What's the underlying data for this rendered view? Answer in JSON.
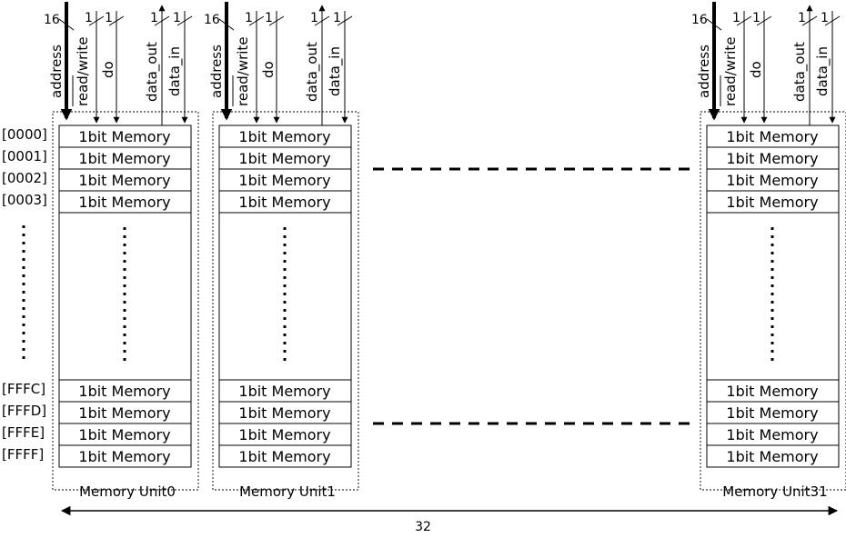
{
  "signals": {
    "address_width": "16",
    "read_write_width": "1",
    "do_width": "1",
    "data_out_width": "1",
    "data_in_width": "1",
    "address": "address",
    "read_write": "read/write",
    "do": "do",
    "data_out": "data_out",
    "data_in": "data_in"
  },
  "addresses": {
    "top": [
      "[0000]",
      "[0001]",
      "[0002]",
      "[0003]"
    ],
    "bottom": [
      "[FFFC]",
      "[FFFD]",
      "[FFFE]",
      "[FFFF]"
    ]
  },
  "cell_label": "1bit Memory",
  "units": [
    {
      "name": "Memory Unit0"
    },
    {
      "name": "Memory Unit1"
    },
    {
      "name": "Memory Unit31"
    }
  ],
  "unit_count": "32",
  "colors": {
    "stroke": "#000000",
    "background": "#ffffff"
  }
}
